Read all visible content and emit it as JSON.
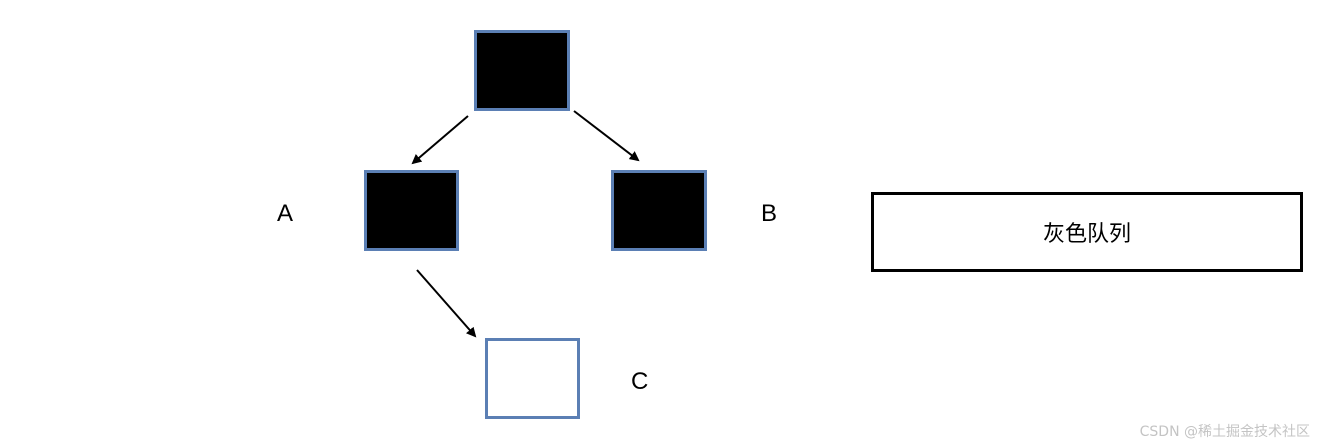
{
  "diagram": {
    "nodes": {
      "root": {
        "label": "",
        "state": "black"
      },
      "a": {
        "label": "A",
        "state": "black"
      },
      "b": {
        "label": "B",
        "state": "black"
      },
      "c": {
        "label": "C",
        "state": "white"
      }
    },
    "edges": [
      {
        "from": "root",
        "to": "a"
      },
      {
        "from": "root",
        "to": "b"
      },
      {
        "from": "a",
        "to": "c"
      }
    ],
    "queue": {
      "label": "灰色队列"
    },
    "colors": {
      "node_border": "#5b7fb4",
      "black_fill": "#000000",
      "white_fill": "#ffffff",
      "arrow": "#000000"
    }
  },
  "watermark": {
    "text": "CSDN @稀土掘金技术社区"
  }
}
